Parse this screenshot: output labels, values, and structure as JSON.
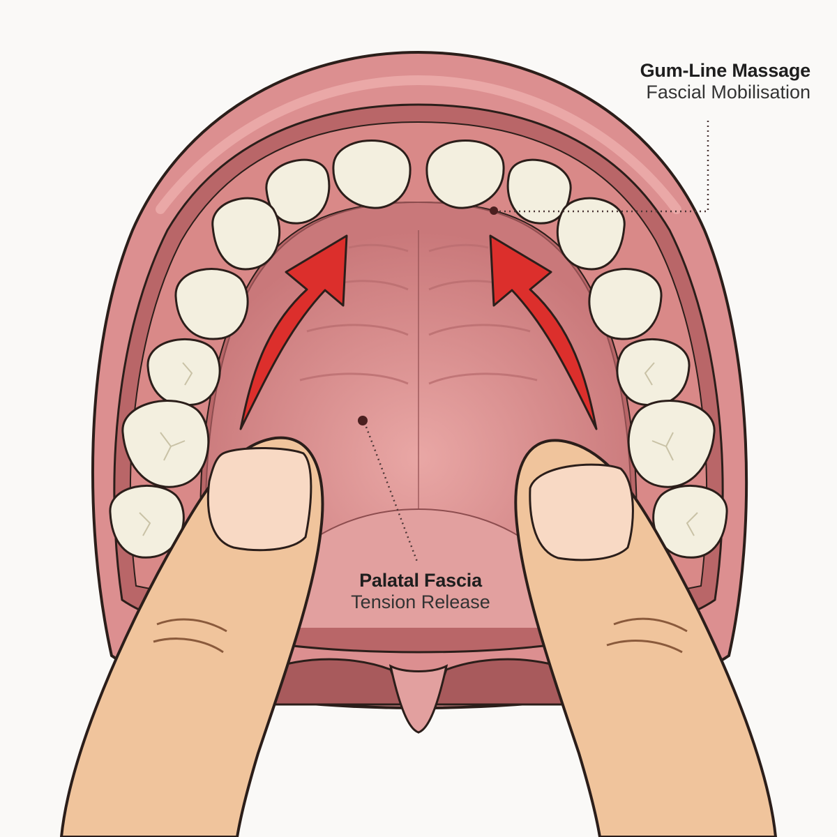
{
  "labels": {
    "gum_line": {
      "title": "Gum-Line Massage",
      "subtitle": "Fascial Mobilisation"
    },
    "palatal": {
      "title": "Palatal Fascia",
      "subtitle": "Tension Release"
    }
  },
  "colors": {
    "background": "#faf9f7",
    "lip": "#dc8f90",
    "gum": "#d98988",
    "palate": "#d58a8b",
    "tooth": "#f3efdf",
    "arrow": "#dc2f2c",
    "skin": "#f0c49c",
    "outline": "#2b1e1a"
  },
  "icons": [
    "upward-arrow-icon",
    "upward-arrow-icon"
  ]
}
